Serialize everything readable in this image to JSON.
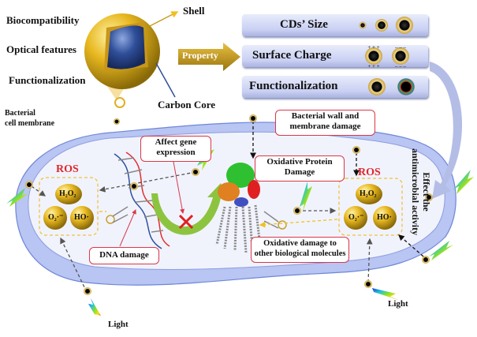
{
  "nanoparticle": {
    "attributes": [
      "Biocompatibility",
      "Optical features",
      "Functionalization"
    ],
    "shell_label": "Shell",
    "core_label": "Carbon Core",
    "arrow_label": "Property"
  },
  "properties": [
    {
      "label": "CDs’ Size",
      "icon": "size-variation-icons"
    },
    {
      "label": "Surface Charge",
      "icon": "charge-icons"
    },
    {
      "label": "Functionalization",
      "icon": "functionalization-icons"
    }
  ],
  "effect_label_line1": "Effect the",
  "effect_label_line2": "antimicrobial activity",
  "membrane_label_line1": "Bacterial",
  "membrane_label_line2": "cell membrane",
  "ros": {
    "title": "ROS",
    "species": [
      "H₂O₂",
      "O₂·⁻",
      "HO·"
    ]
  },
  "callouts": {
    "gene": [
      "Affect gene",
      "expression"
    ],
    "wall": [
      "Bacterial wall and",
      "membrane damage"
    ],
    "protein": [
      "Oxidative Protein",
      "Damage"
    ],
    "dna": [
      "DNA damage"
    ],
    "other": [
      "Oxidative damage to",
      "other biological molecules"
    ]
  },
  "light_label": "Light",
  "colors": {
    "gold": "#e2b21c",
    "core_blue": "#2f4f9a",
    "membrane_blue": "#b9c5f2",
    "callout_red": "#d9384a",
    "ros_red": "#e0262b"
  }
}
